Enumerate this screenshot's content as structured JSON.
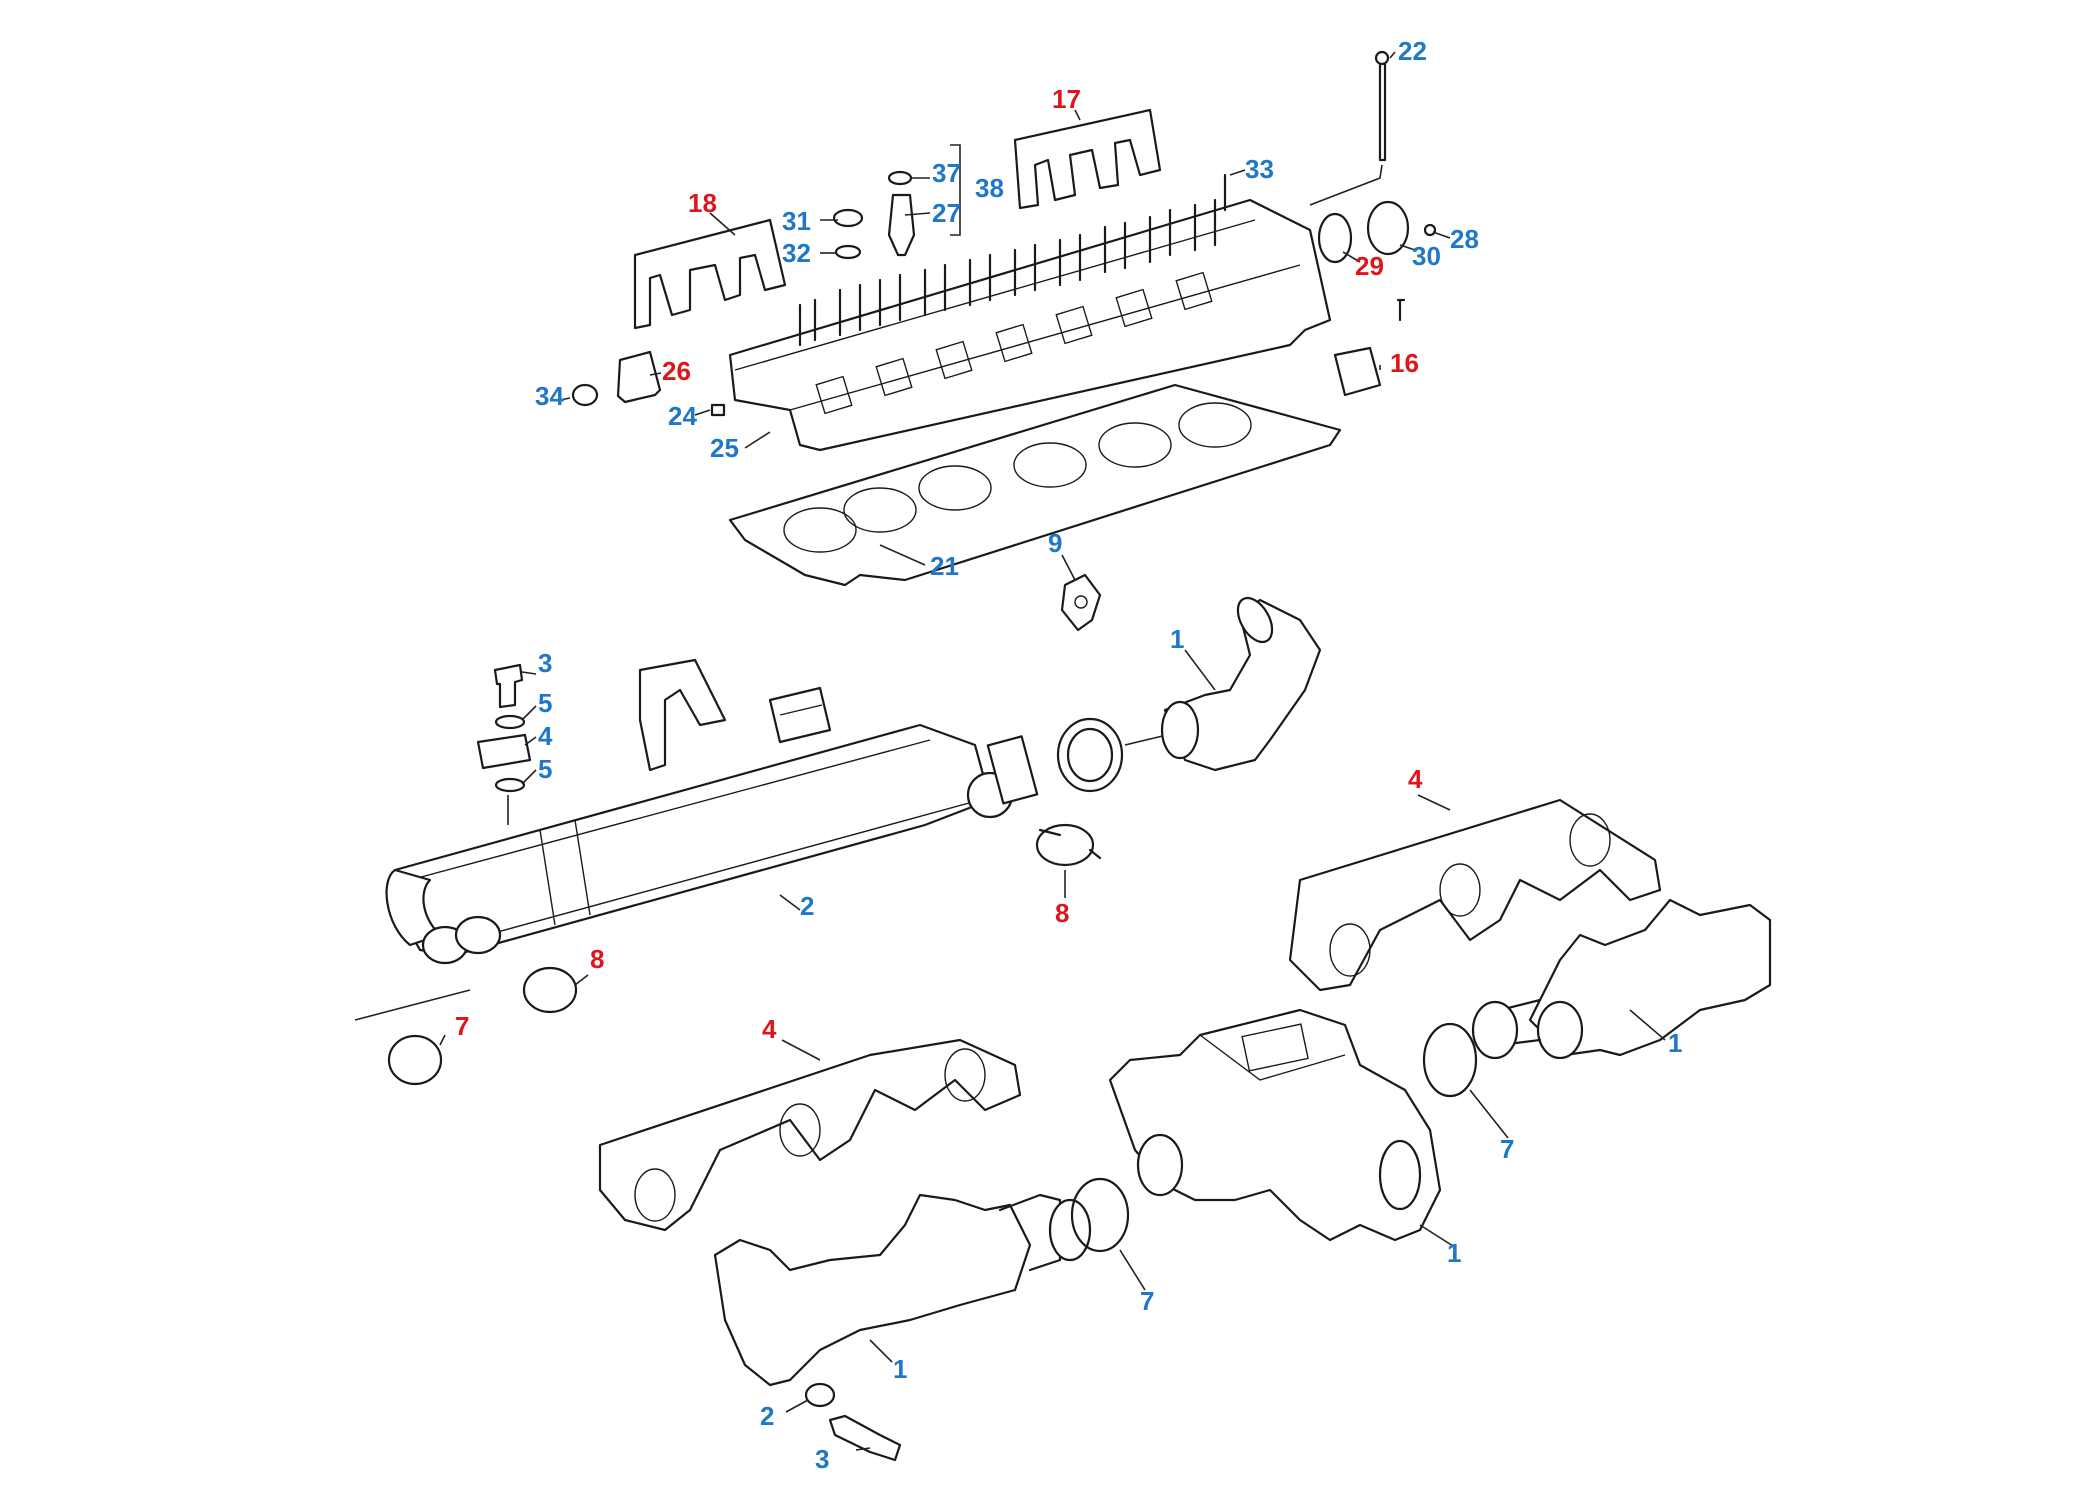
{
  "colors": {
    "blue": "#1f77c8",
    "red": "#e0151b",
    "line": "#1a1a1a"
  },
  "callouts": {
    "c22": {
      "text": "22",
      "color": "blue"
    },
    "c17": {
      "text": "17",
      "color": "red"
    },
    "c37": {
      "text": "37",
      "color": "blue"
    },
    "c38": {
      "text": "38",
      "color": "blue"
    },
    "c27": {
      "text": "27",
      "color": "blue"
    },
    "c33": {
      "text": "33",
      "color": "blue"
    },
    "c18": {
      "text": "18",
      "color": "red"
    },
    "c31": {
      "text": "31",
      "color": "blue"
    },
    "c32": {
      "text": "32",
      "color": "blue"
    },
    "c28": {
      "text": "28",
      "color": "blue"
    },
    "c29": {
      "text": "29",
      "color": "red"
    },
    "c30": {
      "text": "30",
      "color": "blue"
    },
    "c26": {
      "text": "26",
      "color": "red"
    },
    "c34": {
      "text": "34",
      "color": "blue"
    },
    "c16": {
      "text": "16",
      "color": "red"
    },
    "c24": {
      "text": "24",
      "color": "blue"
    },
    "c25": {
      "text": "25",
      "color": "blue"
    },
    "c21": {
      "text": "21",
      "color": "blue"
    },
    "c9": {
      "text": "9",
      "color": "blue"
    },
    "c3a": {
      "text": "3",
      "color": "blue"
    },
    "c1a": {
      "text": "1",
      "color": "blue"
    },
    "c5a": {
      "text": "5",
      "color": "blue"
    },
    "c4a": {
      "text": "4",
      "color": "blue"
    },
    "c5b": {
      "text": "5",
      "color": "blue"
    },
    "c4b": {
      "text": "4",
      "color": "red"
    },
    "c8a": {
      "text": "8",
      "color": "red"
    },
    "c2a": {
      "text": "2",
      "color": "blue"
    },
    "c8b": {
      "text": "8",
      "color": "red"
    },
    "c7a": {
      "text": "7",
      "color": "red"
    },
    "c4c": {
      "text": "4",
      "color": "red"
    },
    "c1b": {
      "text": "1",
      "color": "blue"
    },
    "c7b": {
      "text": "7",
      "color": "blue"
    },
    "c1c": {
      "text": "1",
      "color": "blue"
    },
    "c7c": {
      "text": "7",
      "color": "blue"
    },
    "c1d": {
      "text": "1",
      "color": "blue"
    },
    "c2b": {
      "text": "2",
      "color": "blue"
    },
    "c3b": {
      "text": "3",
      "color": "blue"
    }
  }
}
